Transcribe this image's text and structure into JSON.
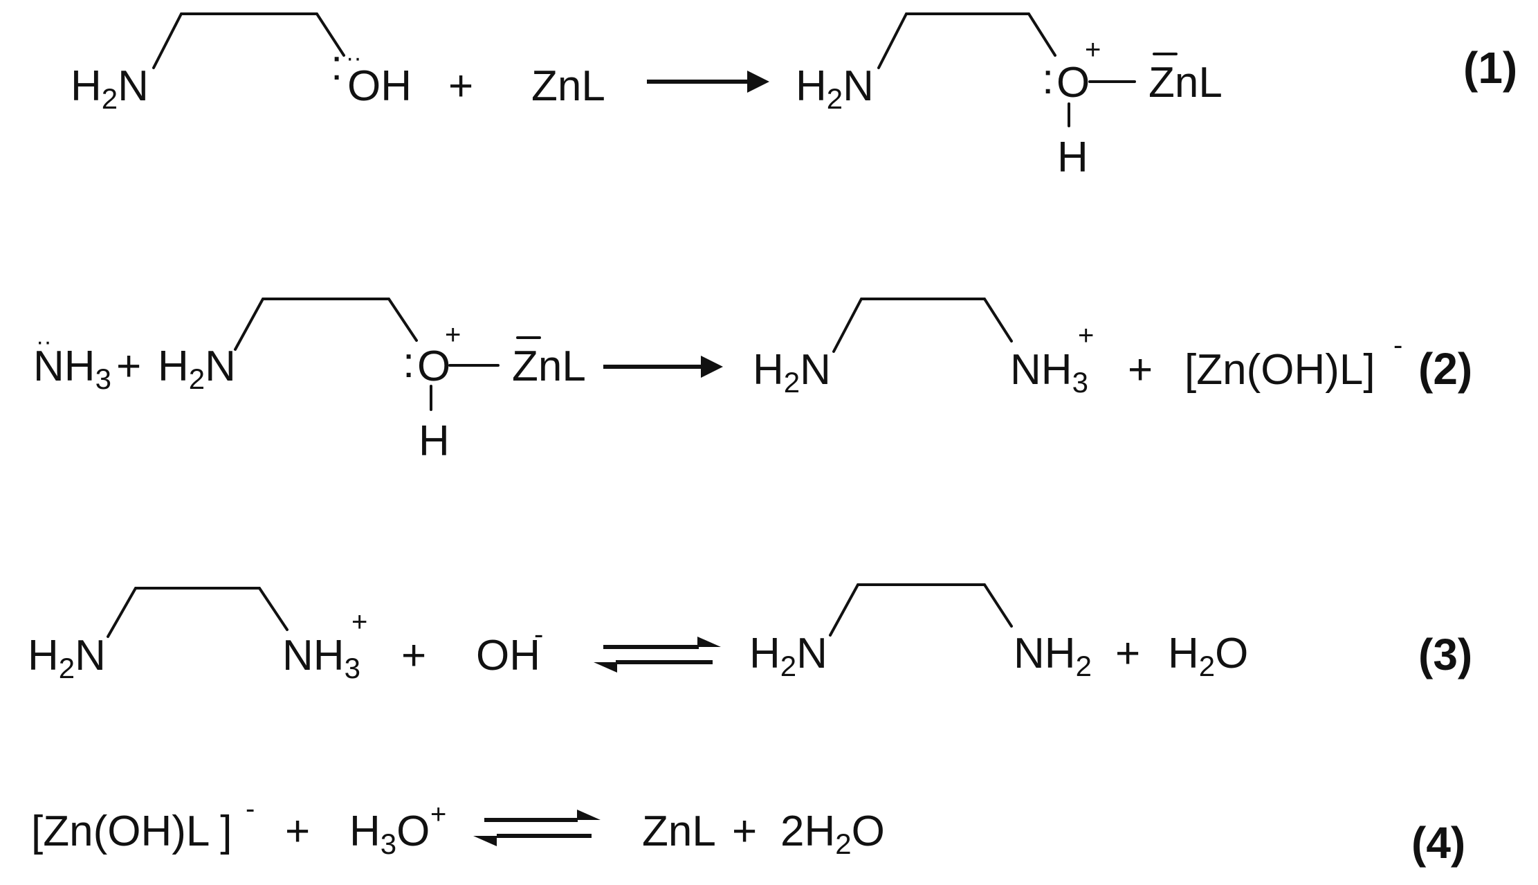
{
  "reactions": [
    {
      "number": "(1)",
      "reactant1": {
        "left_group": "H2N",
        "right_group": "OH"
      },
      "plus": "+",
      "reactant2": "ZnL",
      "arrow": "forward",
      "product": {
        "left_group": "H2N",
        "oxygen": "O",
        "charge": "+",
        "metal": "ZnL",
        "hydrogen": "H"
      }
    },
    {
      "number": "(2)",
      "reactant1": "NH3",
      "plus": "+",
      "reactant2": {
        "left_group": "H2N",
        "oxygen": "O",
        "charge": "+",
        "metal": "ZnL",
        "hydrogen": "H"
      },
      "arrow": "forward",
      "product1": {
        "left_group": "H2N",
        "right_group": "NH3",
        "charge": "+"
      },
      "plus2": "+",
      "product2": "[Zn(OH)L]",
      "product2_charge": "-"
    },
    {
      "number": "(3)",
      "reactant1": {
        "left_group": "H2N",
        "right_group": "NH3",
        "charge": "+"
      },
      "plus": "+",
      "reactant2": "OH",
      "reactant2_charge": "-",
      "arrow": "equilibrium",
      "product1": {
        "left_group": "H2N",
        "right_group": "NH2"
      },
      "plus2": "+",
      "product2": "H2O"
    },
    {
      "number": "(4)",
      "reactant1": "[Zn(OH)L ]",
      "reactant1_charge": "-",
      "plus": "+",
      "reactant2": "H3O",
      "reactant2_charge": "+",
      "arrow": "equilibrium",
      "product1": "ZnL",
      "plus2": "+",
      "product2": "2H2O"
    }
  ]
}
